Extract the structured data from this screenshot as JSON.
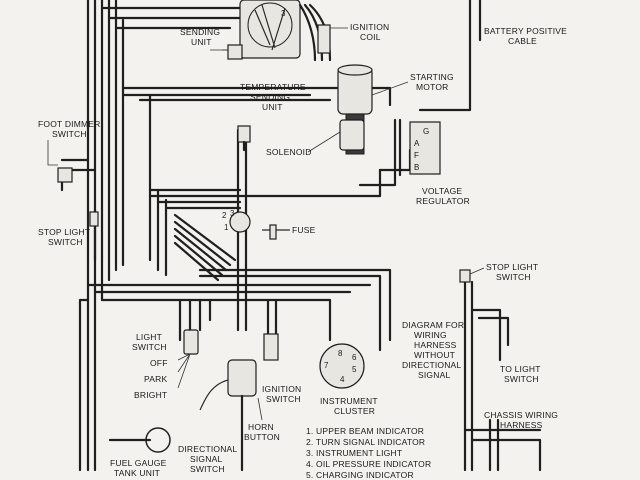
{
  "labels": {
    "sending_unit": [
      "SENDING",
      "UNIT"
    ],
    "ignition_coil": [
      "IGNITION",
      "COIL"
    ],
    "battery_positive_cable": [
      "BATTERY POSITIVE",
      "CABLE"
    ],
    "temperature_sending_unit": [
      "TEMPERATURE",
      "SENDING",
      "UNIT"
    ],
    "starting_motor": [
      "STARTING",
      "MOTOR"
    ],
    "foot_dimmer_switch": [
      "FOOT DIMMER",
      "SWITCH"
    ],
    "solenoid": "SOLENOID",
    "voltage_regulator": [
      "VOLTAGE",
      "REGULATOR"
    ],
    "stop_light_switch_left": [
      "STOP LIGHT",
      "SWITCH"
    ],
    "fuse": "FUSE",
    "stop_light_switch_right": [
      "STOP LIGHT",
      "SWITCH"
    ],
    "diagram_note": [
      "DIAGRAM FOR",
      "WIRING",
      "HARNESS",
      "WITHOUT",
      "DIRECTIONAL",
      "SIGNAL"
    ],
    "to_light_switch": [
      "TO LIGHT",
      "SWITCH"
    ],
    "light_switch": [
      "LIGHT",
      "SWITCH"
    ],
    "off": "OFF",
    "park": "PARK",
    "bright": "BRIGHT",
    "ignition_switch": [
      "IGNITION",
      "SWITCH"
    ],
    "instrument_cluster": [
      "INSTRUMENT",
      "CLUSTER"
    ],
    "chassis_wiring_harness": [
      "CHASSIS WIRING",
      "HARNESS"
    ],
    "horn_button": [
      "HORN",
      "BUTTON"
    ],
    "directional_signal_switch": [
      "DIRECTIONAL",
      "SIGNAL",
      "SWITCH"
    ],
    "fuel_gauge_tank_unit": [
      "FUEL GAUGE",
      "TANK UNIT"
    ]
  },
  "regulator_terminals": [
    "G",
    "A",
    "F",
    "B"
  ],
  "distributor_number": "3",
  "fuse_block_numbers": [
    "2",
    "3",
    "1"
  ],
  "cluster_numbers": [
    "8",
    "6",
    "5",
    "7",
    "4"
  ],
  "legend": [
    "1. UPPER BEAM INDICATOR",
    "2. TURN SIGNAL INDICATOR",
    "3. INSTRUMENT LIGHT",
    "4. OIL PRESSURE INDICATOR",
    "5. CHARGING INDICATOR"
  ]
}
